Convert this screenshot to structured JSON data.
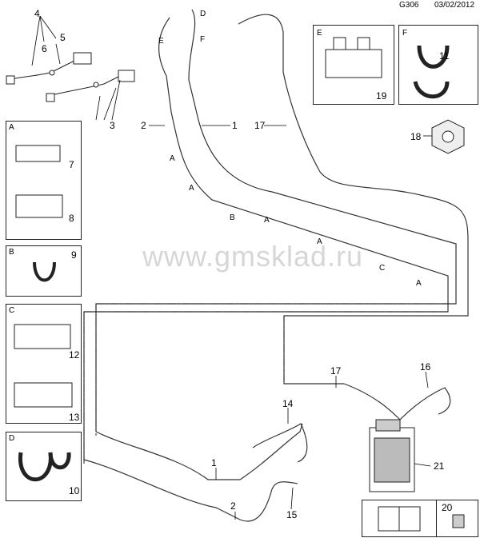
{
  "header": {
    "code": "G306",
    "date": "03/02/2012"
  },
  "watermark": "www.gmsklad.ru",
  "callouts": {
    "n1": "1",
    "n2": "2",
    "n3": "3",
    "n4": "4",
    "n5": "5",
    "n6": "6",
    "n7": "7",
    "n8": "8",
    "n9": "9",
    "n10": "10",
    "n11": "11",
    "n12": "12",
    "n13": "13",
    "n14": "14",
    "n15": "15",
    "n16": "16",
    "n17": "17",
    "n18": "18",
    "n19": "19",
    "n20": "20",
    "n21": "21"
  },
  "detail_labels": {
    "A": "A",
    "B": "B",
    "C": "C",
    "D": "D",
    "E": "E",
    "F": "F"
  },
  "section_letters": {
    "a": "A",
    "b": "B",
    "c": "C",
    "d": "D",
    "e": "E",
    "f": "F"
  }
}
